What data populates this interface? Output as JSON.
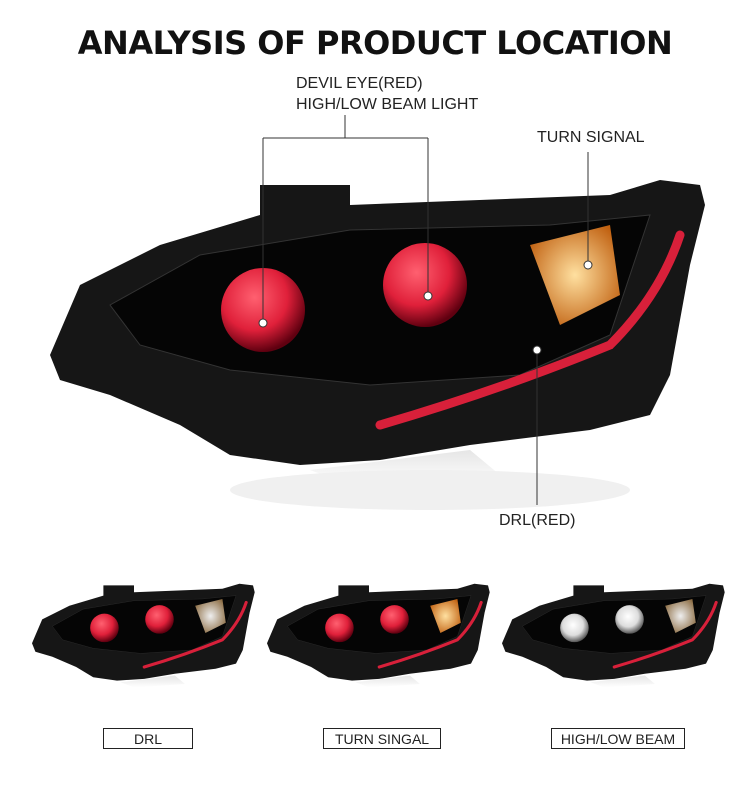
{
  "title": "ANALYSIS OF PRODUCT LOCATION",
  "callouts": {
    "devil_eye": "DEVIL EYE(RED)",
    "beam": "HIGH/LOW BEAM LIGHT",
    "turn_signal": "TURN SIGNAL",
    "drl": "DRL(RED)"
  },
  "modes": [
    {
      "label": "DRL",
      "projector_color": "#e0203a",
      "turn_on": false
    },
    {
      "label": "TURN SINGAL",
      "projector_color": "#e0203a",
      "turn_on": true
    },
    {
      "label": "HIGH/LOW BEAM",
      "projector_color": "#ffffff",
      "turn_on": false
    }
  ],
  "colors": {
    "red": "#e0203a",
    "amber": "#f0a040",
    "housing": "#151515"
  }
}
